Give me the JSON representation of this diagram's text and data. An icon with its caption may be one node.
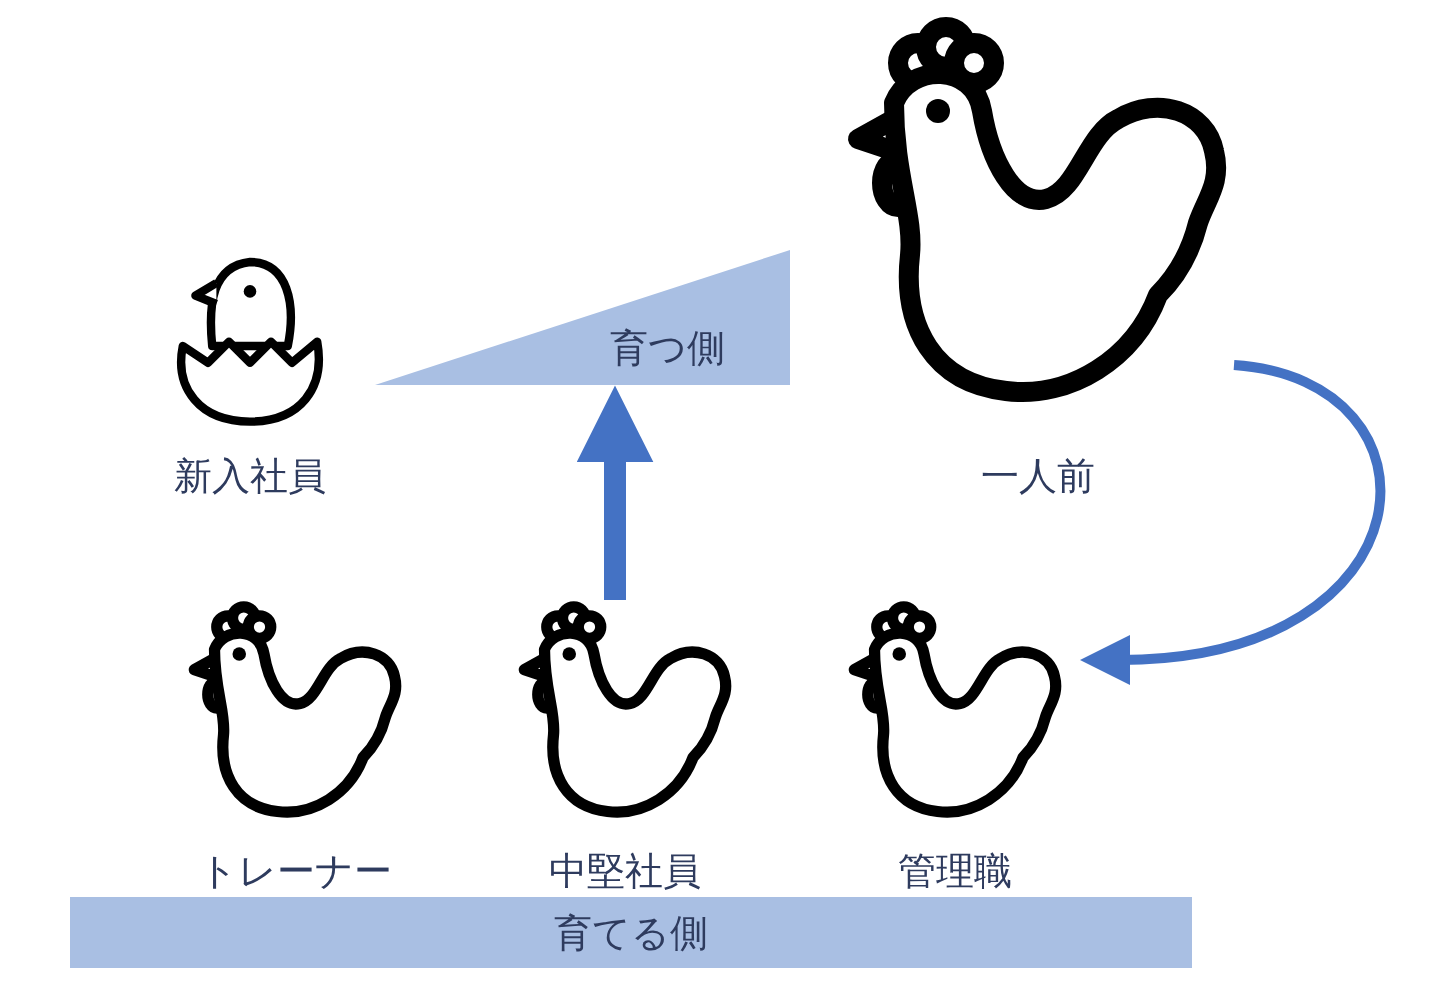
{
  "diagram": {
    "nodes": [
      {
        "text": [
          "新入社員"
        ]
      },
      {
        "text": [
          "一人前"
        ]
      },
      {
        "text": [
          "トレーナー"
        ]
      },
      {
        "text": [
          "中堅社員"
        ]
      },
      {
        "text": [
          "管理職"
        ]
      },
      {
        "text": [
          "育つ側"
        ]
      },
      {
        "text": [
          "育てる側"
        ]
      }
    ],
    "edges": [
      {
        "from": 1,
        "to": 4,
        "arrow": "to"
      },
      {
        "from": 3,
        "to": 5,
        "arrow": "to",
        "style": "thick"
      }
    ]
  }
}
